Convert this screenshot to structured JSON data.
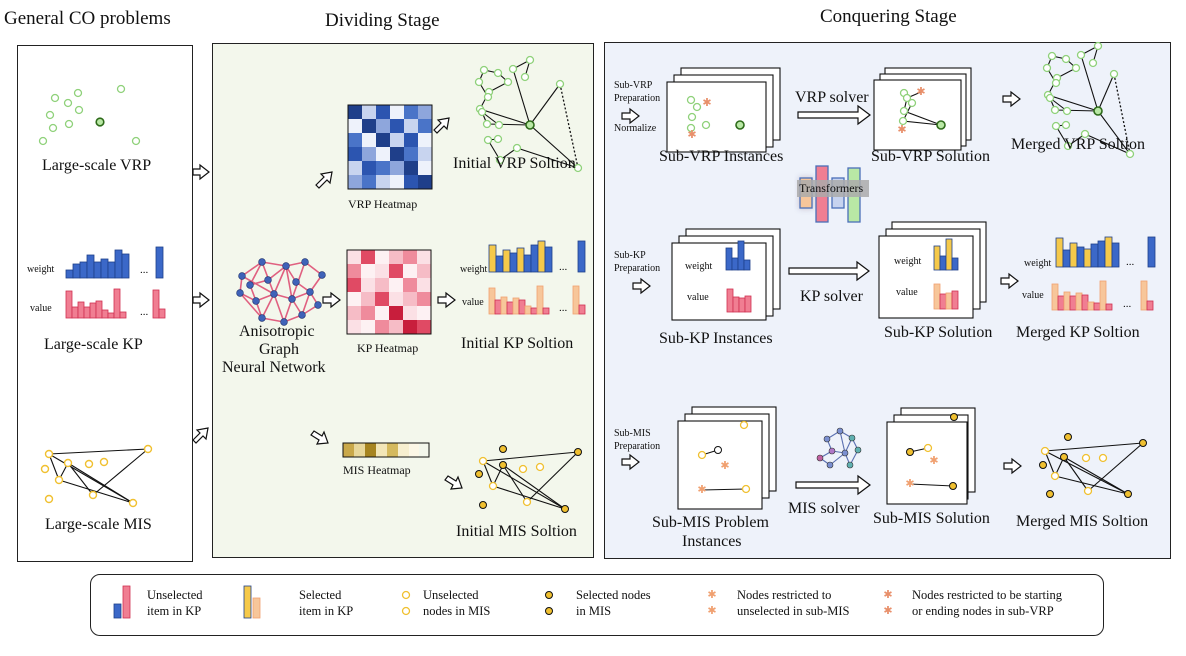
{
  "headers": {
    "general": "General CO problems",
    "dividing": "Dividing Stage",
    "conquering": "Conquering Stage"
  },
  "general_panel": {
    "vrp_label": "Large-scale VRP",
    "kp_label": "Large-scale KP",
    "mis_label": "Large-scale MIS",
    "weight": "weight",
    "value": "value",
    "dots": "..."
  },
  "dividing_panel": {
    "gnn_label_line1": "Anisotropic",
    "gnn_label_line2": "Graph",
    "gnn_label_line3": "Neural Network",
    "vrp_heatmap": "VRP Heatmap",
    "kp_heatmap": "KP Heatmap",
    "mis_heatmap": "MIS Heatmap",
    "initial_vrp": "Initial VRP Soltion",
    "initial_kp": "Initial KP Soltion",
    "initial_mis": "Initial MIS Soltion",
    "weight": "weight",
    "value": "value",
    "dots": "..."
  },
  "conquering_panel": {
    "sub_vrp_prep_1": "Sub-VRP",
    "sub_vrp_prep_2": "Preparation",
    "normalize": "Normalize",
    "vrp_solver": "VRP solver",
    "sub_vrp_instances": "Sub-VRP Instances",
    "sub_vrp_solution": "Sub-VRP Solution",
    "merged_vrp": "Merged VRP Soltion",
    "transformers": "Transformers",
    "sub_kp_prep_1": "Sub-KP",
    "sub_kp_prep_2": "Preparation",
    "kp_solver": "KP solver",
    "sub_kp_instances": "Sub-KP Instances",
    "sub_kp_solution": "Sub-KP Solution",
    "merged_kp": "Merged KP Soltion",
    "weight": "weight",
    "value": "value",
    "dots": "...",
    "sub_mis_prep_1": "Sub-MIS",
    "sub_mis_prep_2": "Preparation",
    "mis_solver": "MIS solver",
    "sub_mis_instances_1": "Sub-MIS Problem",
    "sub_mis_instances_2": "Instances",
    "sub_mis_solution": "Sub-MIS Solution",
    "merged_mis": "Merged MIS Soltion"
  },
  "legend": {
    "unselected_kp_1": "Unselected",
    "unselected_kp_2": "item in KP",
    "selected_kp_1": "Selected",
    "selected_kp_2": "item in KP",
    "unselected_mis_1": "Unselected",
    "unselected_mis_2": "nodes in MIS",
    "selected_mis_1": "Selected nodes",
    "selected_mis_2": "in MIS",
    "restricted_mis_1": "Nodes restricted to",
    "restricted_mis_2": "unselected in sub-MIS",
    "restricted_vrp_1": "Nodes restricted to be starting",
    "restricted_vrp_2": "or ending nodes in sub-VRP"
  },
  "colors": {
    "vrp_green": "#8fd17a",
    "dark_green": "#4a8f2e",
    "kp_blue": "#3b68c8",
    "kp_red": "#e8506a",
    "kp_yellow": "#f5c94a",
    "kp_peach": "#f7c69a",
    "mis_yellow": "#f0c030",
    "star_orange": "#f0a070",
    "dividing_bg": "#f3f7ec",
    "conquering_bg": "#eef2fa"
  }
}
